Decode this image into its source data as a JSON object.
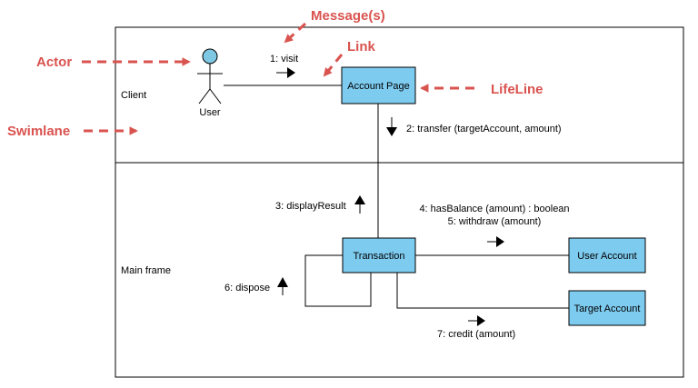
{
  "swimlanes": [
    {
      "label": "Client"
    },
    {
      "label": "Main frame"
    }
  ],
  "actor": {
    "label": "User",
    "head_color": "#7ec8e3"
  },
  "objects": {
    "account_page": "Account Page",
    "transaction": "Transaction",
    "user_account": "User Account",
    "target_account": "Target Account",
    "fill_color": "#7ecbf0"
  },
  "messages": {
    "m1": "1: visit",
    "m2": "2: transfer (targetAccount, amount)",
    "m3": "3: displayResult",
    "m4": "4: hasBalance (amount) : boolean",
    "m5": "5: withdraw (amount)",
    "m6": "6: dispose",
    "m7": "7: credit (amount)"
  },
  "annotations": {
    "actor": "Actor",
    "message": "Message(s)",
    "link": "Link",
    "lifeline": "LifeLine",
    "swimlane": "Swimlane",
    "color": "#d9534f"
  }
}
